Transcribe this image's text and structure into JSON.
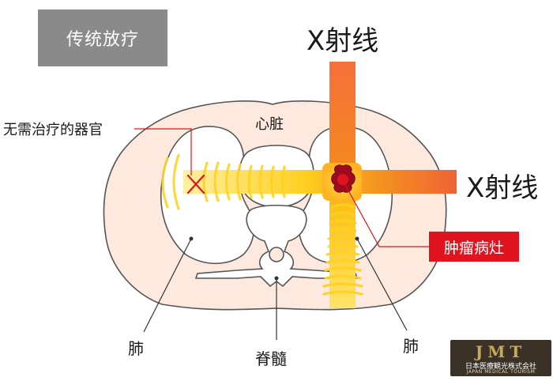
{
  "title": "传统放疗",
  "labels": {
    "xray_top": "X射线",
    "xray_right": "X射线",
    "organ": "无需治疗的器官",
    "heart": "心脏",
    "tumor": "肿瘤病灶",
    "lung_left": "肺",
    "lung_right": "肺",
    "spine": "脊髓"
  },
  "logo": {
    "mark": "JMT",
    "jp": "日本医療観光株式会社",
    "en": "JAPAN MEDICAL TOURISM"
  },
  "colors": {
    "body_fill": "#fde9de",
    "outline": "#555555",
    "beam_orange": "#f26b1d",
    "beam_yellow": "#ffd21f",
    "tumor": "#c8102e",
    "marker_red": "#e0141e",
    "title_bg": "#8a8a8a"
  }
}
